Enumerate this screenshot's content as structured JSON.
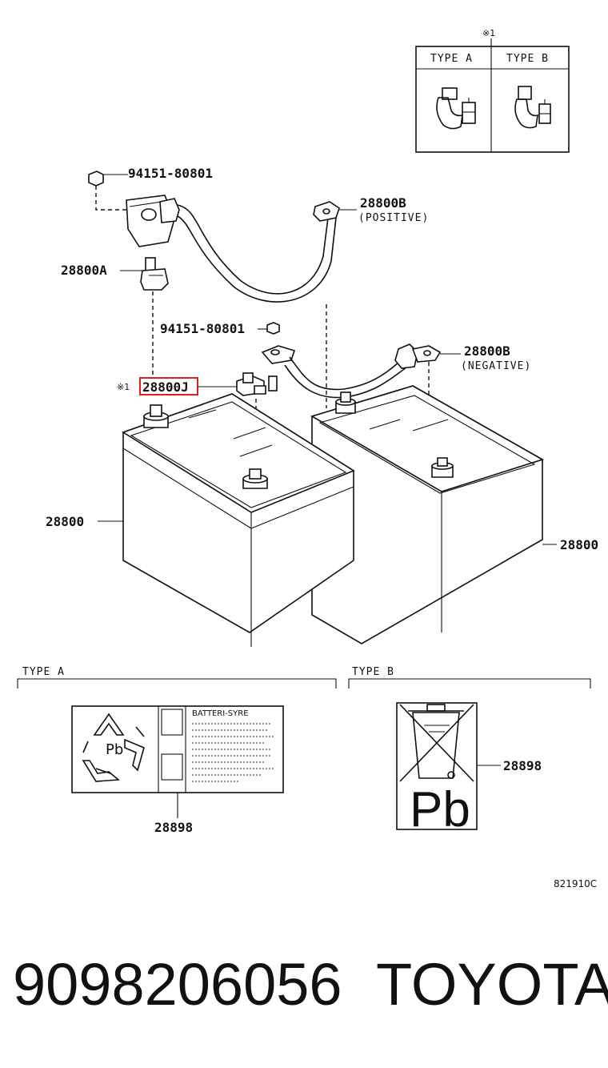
{
  "legend": {
    "note_mark": "※1",
    "type_a": "TYPE A",
    "type_b": "TYPE B"
  },
  "parts": {
    "nut_top": "94151-80801",
    "clamp_a": "28800A",
    "cable_pos_num": "28800B",
    "cable_pos_desc": "(POSITIVE)",
    "nut_mid": "94151-80801",
    "clamp_j_mark": "※1",
    "clamp_j": "28800J",
    "cable_neg_num": "28800B",
    "cable_neg_desc": "(NEGATIVE)",
    "battery_left": "28800",
    "battery_right": "28800"
  },
  "labels_section": {
    "type_a": "TYPE A",
    "type_b": "TYPE B",
    "label_a_text": "BATTERI-SYRE",
    "label_a_chem": "Pb",
    "label_a_part": "28898",
    "label_b_chem": "Pb",
    "label_b_part": "28898"
  },
  "figure_code": "821910C",
  "caption": {
    "part_number": "9098206056",
    "brand": "TOYOTA"
  },
  "colors": {
    "highlight": "#e02020",
    "ink": "#111111"
  }
}
